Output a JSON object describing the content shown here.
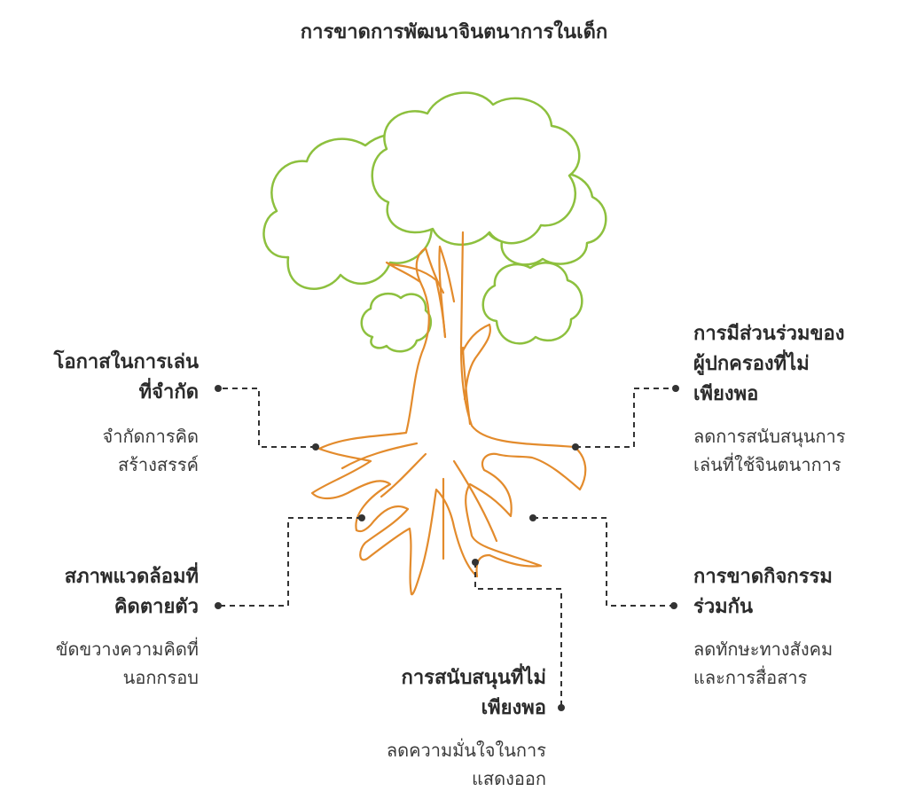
{
  "title": "การขาดการพัฒนาจินตนาการในเด็ก",
  "colors": {
    "canopy": "#8dc03e",
    "roots": "#e38b2c",
    "text": "#2b2b2b",
    "connector": "#333333"
  },
  "causes": [
    {
      "id": "limited-play",
      "label": [
        "โอกาสในการเล่น",
        "ที่จำกัด"
      ],
      "desc": [
        "จำกัดการคิด",
        "สร้างสรรค์"
      ]
    },
    {
      "id": "rigid-env",
      "label": [
        "สภาพแวดล้อมที่",
        "คิดตายตัว"
      ],
      "desc": [
        "ขัดขวางความคิดที่",
        "นอกกรอบ"
      ]
    },
    {
      "id": "insufficient-support",
      "label": [
        "การสนับสนุนที่ไม่",
        "เพียงพอ"
      ],
      "desc": [
        "ลดความมั่นใจในการ",
        "แสดงออก"
      ]
    },
    {
      "id": "parent-involvement",
      "label": [
        "การมีส่วนร่วมของ",
        "ผู้ปกครองที่ไม่",
        "เพียงพอ"
      ],
      "desc": [
        "ลดการสนับสนุนการ",
        "เล่นที่ใช้จินตนาการ"
      ]
    },
    {
      "id": "lack-activities",
      "label": [
        "การขาดกิจกรรม",
        "ร่วมกัน"
      ],
      "desc": [
        "ลดทักษะทางสังคม",
        "และการสื่อสาร"
      ]
    }
  ]
}
